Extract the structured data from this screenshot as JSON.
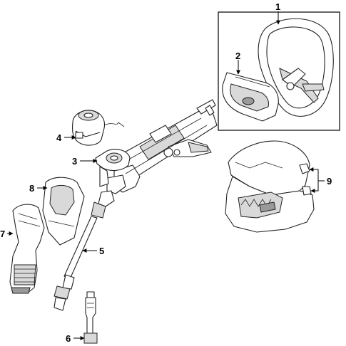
{
  "callouts": {
    "c1": "1",
    "c2": "2",
    "c3": "3",
    "c4": "4",
    "c5": "5",
    "c6": "6",
    "c7": "7",
    "c8": "8",
    "c9": "9"
  },
  "colors": {
    "line": "#222222",
    "shade": "#d9d9d9",
    "dark": "#9a9a9a",
    "background": "#ffffff"
  }
}
